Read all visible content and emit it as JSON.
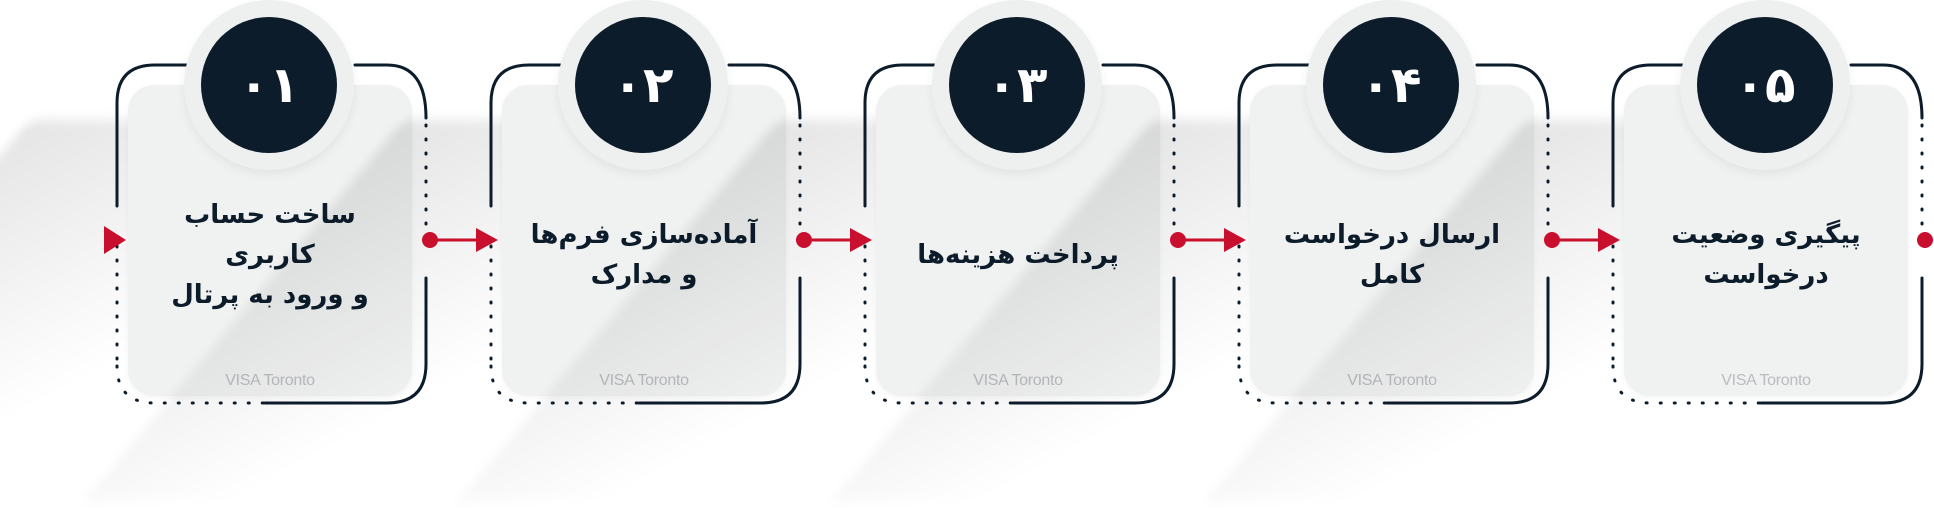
{
  "colors": {
    "navy": "#0c1c2b",
    "accent_red": "#c8102e",
    "card_bg": "#f0f1f1",
    "ring_bg": "#eeefef",
    "watermark": "#b9bcbf"
  },
  "steps": [
    {
      "number": "۰۱",
      "title": "ساخت حساب کاربری\nو ورود به پرتال",
      "watermark": "VISA Toronto"
    },
    {
      "number": "۰۲",
      "title": "آماده‌سازی فرم‌ها\nو مدارک",
      "watermark": "VISA Toronto"
    },
    {
      "number": "۰۳",
      "title": "پرداخت هزینه‌ها",
      "watermark": "VISA Toronto"
    },
    {
      "number": "۰۴",
      "title": "ارسال درخواست\nکامل",
      "watermark": "VISA Toronto"
    },
    {
      "number": "۰۵",
      "title": "پیگیری وضعیت\nدرخواست",
      "watermark": "VISA Toronto"
    }
  ],
  "icons": {
    "connector": "right-arrow-icon",
    "start": "triangle-pointer-icon",
    "end": "dot-icon"
  }
}
